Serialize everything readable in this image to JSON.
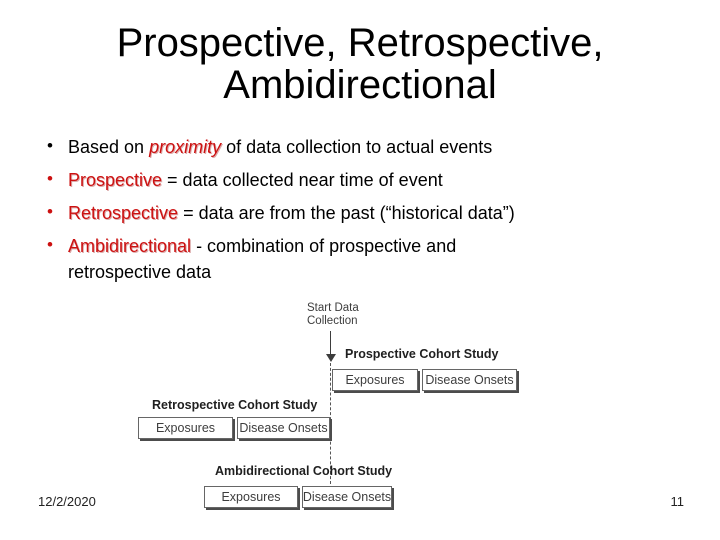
{
  "title": {
    "lines": [
      "Prospective, Retrospective,",
      "Ambidirectional"
    ]
  },
  "bullets": [
    {
      "marker": "•",
      "marker_color": "#000000",
      "segments": [
        {
          "style": "plain",
          "text": "Based on "
        },
        {
          "style": "red-italic",
          "text": "proximity"
        },
        {
          "style": "plain",
          "text": " of data collection to actual events"
        }
      ]
    },
    {
      "marker": "•",
      "marker_color": "#cc1111",
      "segments": [
        {
          "style": "red",
          "text": "Prospective"
        },
        {
          "style": "plain",
          "text": " = data collected near time of event"
        }
      ]
    },
    {
      "marker": "•",
      "marker_color": "#cc1111",
      "segments": [
        {
          "style": "red",
          "text": "Retrospective"
        },
        {
          "style": "plain",
          "text": " = data are from the past (“historical data”)"
        }
      ]
    },
    {
      "marker": "•",
      "marker_color": "#cc1111",
      "segments": [
        {
          "style": "red",
          "text": "Ambidirectional"
        },
        {
          "style": "plain",
          "text": " - combination of prospective and\nretrospective data"
        }
      ]
    }
  ],
  "diagram": {
    "start_label_lines": [
      "Start Data",
      "Collection"
    ],
    "studies": [
      {
        "name": "Prospective Cohort Study",
        "boxes": [
          "Exposures",
          "Disease Onsets"
        ]
      },
      {
        "name": "Retrospective Cohort Study",
        "boxes": [
          "Exposures",
          "Disease Onsets"
        ]
      },
      {
        "name": "Ambidirectional Cohort Study",
        "boxes": [
          "Exposures",
          "Disease Onsets"
        ]
      }
    ]
  },
  "footer": {
    "date": "12/2/2020",
    "page_number": "11"
  },
  "colors": {
    "accent_red": "#cc1111",
    "diagram_text": "#3d3d3d",
    "title_text": "#000000"
  }
}
